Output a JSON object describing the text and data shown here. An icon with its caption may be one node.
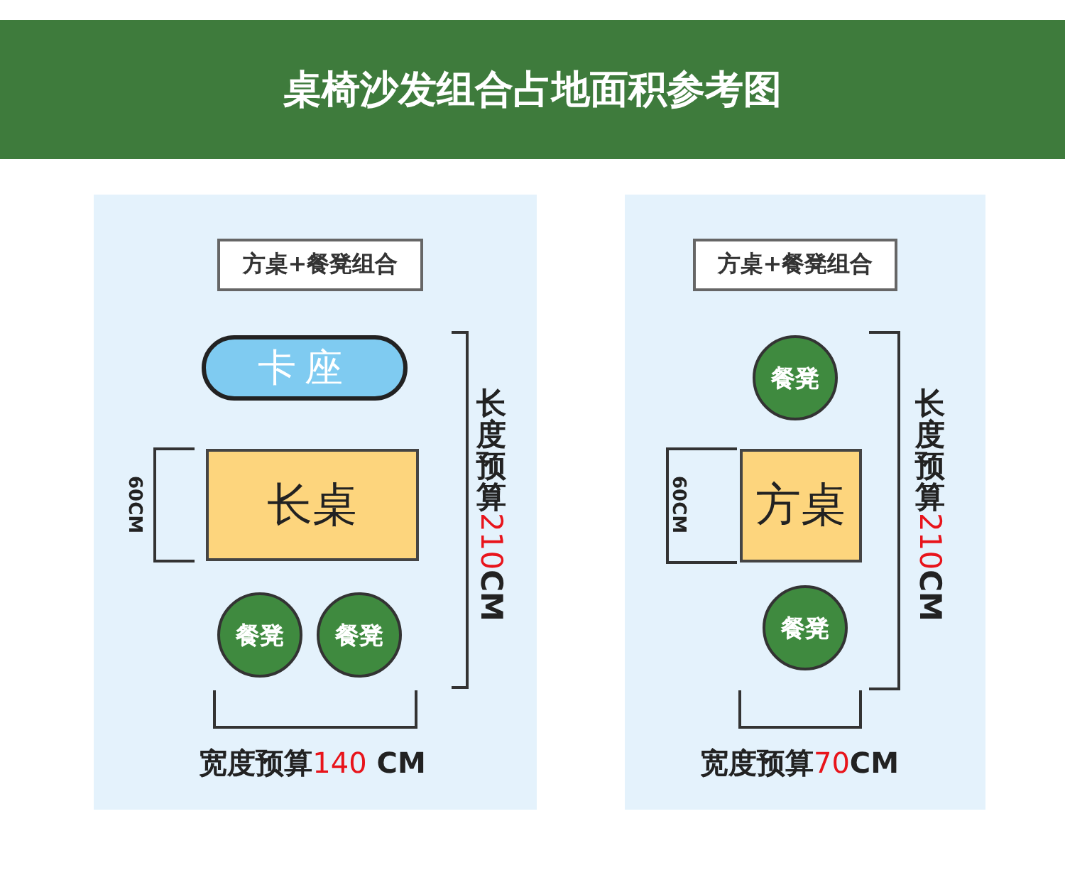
{
  "diagram": {
    "title": "桌椅沙发组合占地面积参考图",
    "nodes": [
      {
        "text": [],
        "shape": "box"
      },
      {
        "text": [
          "方桌+餐凳组合"
        ],
        "in": 0
      },
      {
        "text": [
          "卡座"
        ],
        "in": 0
      },
      {
        "text": [
          "长桌"
        ],
        "in": 0
      },
      {
        "text": [
          "餐凳"
        ],
        "in": 0
      },
      {
        "text": [
          "餐凳"
        ],
        "in": 0
      },
      {
        "text": [],
        "shape": "box"
      },
      {
        "text": [
          "方桌+餐凳组合"
        ],
        "in": 6
      },
      {
        "text": [
          "餐凳"
        ],
        "in": 6
      },
      {
        "text": [
          "方桌"
        ],
        "in": 6
      },
      {
        "text": [
          "餐凳"
        ],
        "in": 6
      }
    ],
    "labels": [
      "60CM",
      "长度预算210CM",
      "宽度预算140 CM",
      "60CM",
      "长度预算210CM",
      "宽度预算70CM"
    ]
  }
}
